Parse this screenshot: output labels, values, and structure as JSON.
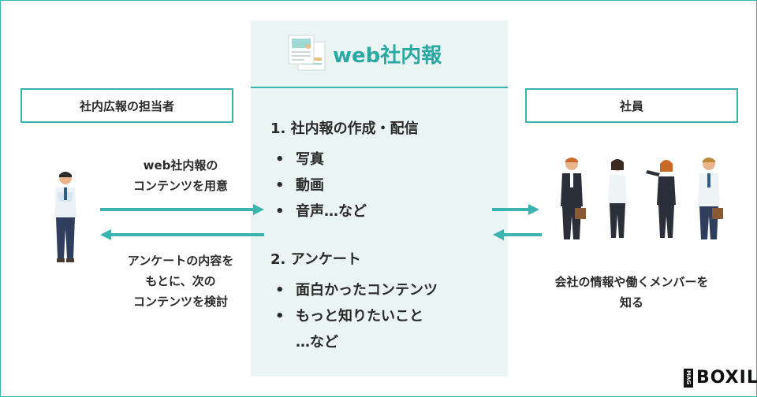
{
  "center": {
    "title": "web社内報",
    "list1": {
      "head": "1. 社内報の作成・配信",
      "items": [
        "写真",
        "動画",
        "音声…など"
      ]
    },
    "list2": {
      "head": "2. アンケート",
      "items": [
        "面白かったコンテンツ",
        "もっと知りたいこと"
      ],
      "tail": "…など"
    }
  },
  "left": {
    "box_label": "社内広報の担当者",
    "caption_top": [
      "web社内報の",
      "コンテンツを用意"
    ],
    "caption_bottom": [
      "アンケートの内容を",
      "もとに、次の",
      "コンテンツを検討"
    ]
  },
  "right": {
    "box_label": "社員",
    "caption": [
      "会社の情報や働くメンバーを",
      "知る"
    ]
  },
  "logo": {
    "badge": "MAG",
    "text": "BOXIL"
  },
  "icons": [
    "document-icon",
    "person-icon",
    "group-icon",
    "arrow-right-icon",
    "arrow-left-icon"
  ],
  "colors": {
    "accent": "#3bb3ae",
    "title": "#2aa9a3",
    "panel_bg": "#eaf4f3"
  }
}
